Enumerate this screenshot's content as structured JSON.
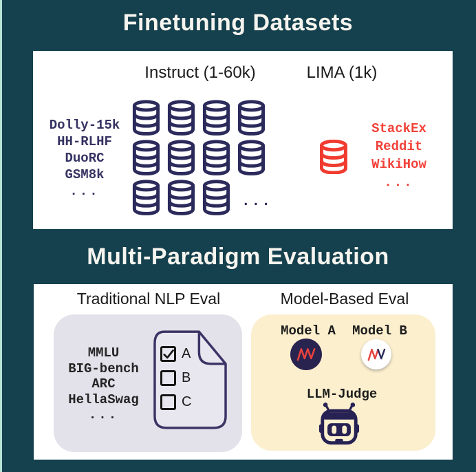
{
  "colors": {
    "background": "#15404d",
    "edge_strip": "#b7e2d8",
    "card": "#ffffff",
    "navy": "#2b2a5b",
    "red": "#f03c30",
    "traditional_panel": "#e3e2ea",
    "model_panel": "#fcefce",
    "title_text": "#f6f4ef",
    "heading_text": "#1b1b1b",
    "doc_outline": "#3d3366"
  },
  "finetuning": {
    "title": "Finetuning Datasets",
    "instruct": {
      "heading": "Instruct (1-60k)",
      "datasets": [
        "Dolly-15k",
        "HH-RLHF",
        "DuoRC",
        "GSM8k",
        "..."
      ],
      "db_grid_rows": [
        4,
        4,
        3
      ],
      "grid_ellipsis": "..."
    },
    "lima": {
      "heading": "LIMA (1k)",
      "datasets": [
        "StackEx",
        "Reddit",
        "WikiHow",
        "..."
      ]
    }
  },
  "evaluation": {
    "title": "Multi-Paradigm Evaluation",
    "traditional": {
      "heading": "Traditional NLP Eval",
      "benchmarks": [
        "MMLU",
        "BIG-bench",
        "ARC",
        "HellaSwag",
        "..."
      ],
      "answer_options": [
        {
          "label": "A",
          "checked": true
        },
        {
          "label": "B",
          "checked": false
        },
        {
          "label": "C",
          "checked": false
        }
      ]
    },
    "model_based": {
      "heading": "Model-Based Eval",
      "model_a_label": "Model A",
      "model_b_label": "Model B",
      "judge_label": "LLM-Judge"
    }
  }
}
